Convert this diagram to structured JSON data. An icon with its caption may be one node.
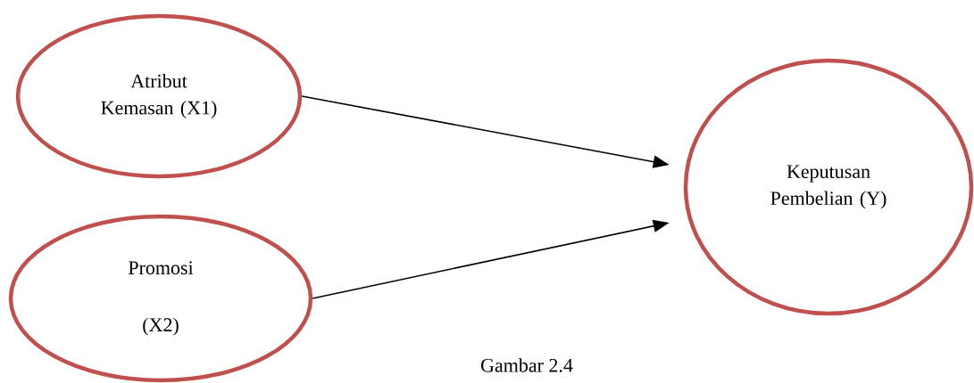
{
  "diagram": {
    "caption": "Gambar 2.4",
    "nodes": [
      {
        "text": [
          "Atribut Kemasan (X1)"
        ]
      },
      {
        "text": [
          "Promosi",
          "(X2)"
        ]
      },
      {
        "text": [
          "Keputusan Pembelian (Y)"
        ]
      }
    ],
    "edges": [
      {
        "from": 0,
        "to": 2,
        "arrow": "to"
      },
      {
        "from": 1,
        "to": 2,
        "arrow": "to"
      }
    ]
  }
}
